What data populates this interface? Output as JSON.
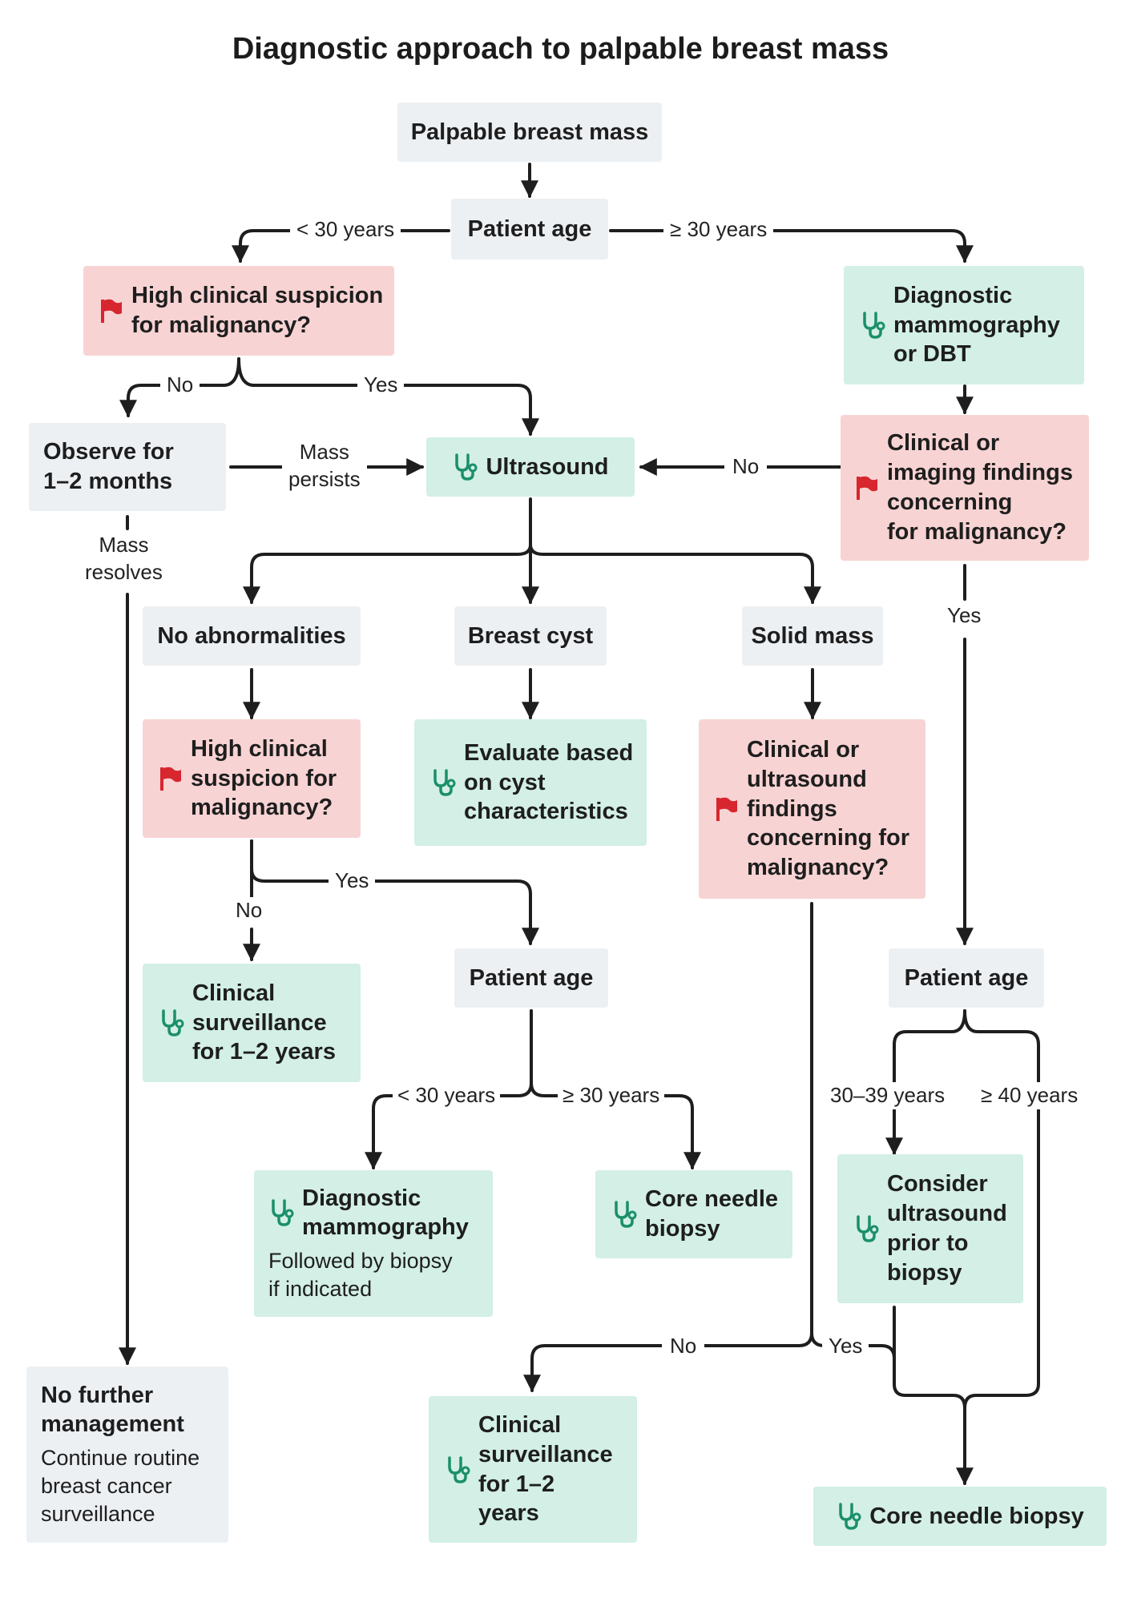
{
  "title": "Diagnostic approach to palpable breast mass",
  "colors": {
    "neutral": "#edf0f3",
    "procedure": "#d3efe6",
    "warning": "#f8d3d3",
    "icon_green": "#1b8f6a",
    "flag_red": "#d7262e"
  },
  "icons": {
    "procedure": "stethoscope-icon",
    "warning": "flag-icon"
  },
  "nodes": {
    "start": "Palpable breast mass",
    "age1": "Patient age",
    "suspicion_top": "High clinical suspicion\nfor malignancy?",
    "mammo_dbt": "Diagnostic\nmammography\nor DBT",
    "observe": "Observe for\n1–2 months",
    "ultrasound": "Ultrasound",
    "concerning_top": "Clinical or\nimaging findings\nconcerning\nfor malignancy?",
    "no_abnorm": "No abnormalities",
    "cyst": "Breast cyst",
    "solid": "Solid mass",
    "suspicion_mid": "High clinical\nsuspicion for\nmalignancy?",
    "cyst_eval": "Evaluate based\non cyst\ncharacteristics",
    "concerning_us": "Clinical or\nultrasound\nfindings\nconcerning for\nmalignancy?",
    "surveil_left": "Clinical\nsurveillance\nfor 1–2 years",
    "age2": "Patient age",
    "age3": "Patient age",
    "mammo2_title": "Diagnostic\nmammography",
    "mammo2_sub": "Followed by biopsy\nif indicated",
    "core_mid": "Core needle\nbiopsy",
    "consider_us": "Consider\nultrasound\nprior to\nbiopsy",
    "no_further_title": "No further\nmanagement",
    "no_further_sub": "Continue routine\nbreast cancer\nsurveillance",
    "surveil_bottom": "Clinical\nsurveillance\nfor 1–2\nyears",
    "core_final": "Core needle biopsy"
  },
  "labels": {
    "lt30_a": "< 30 years",
    "ge30_a": "≥ 30 years",
    "no_a": "No",
    "yes_a": "Yes",
    "mass_persists": "Mass\npersists",
    "no_b": "No",
    "mass_resolves": "Mass\nresolves",
    "yes_b": "Yes",
    "yes_c": "Yes",
    "no_c": "No",
    "lt30_b": "< 30 years",
    "ge30_b": "≥ 30 years",
    "age_30_39": "30–39 years",
    "ge40": "≥ 40 years",
    "no_d": "No",
    "yes_d": "Yes"
  }
}
